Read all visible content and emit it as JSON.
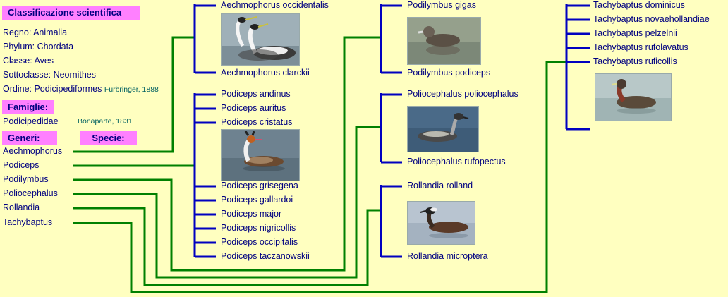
{
  "sections": {
    "classification_title": "Classificazione scientifica",
    "families_title": "Famiglie:",
    "genera_title": "Generi:",
    "species_title": "Specie:"
  },
  "classification": {
    "regno": "Regno: Animalia",
    "phylum": "Phylum: Chordata",
    "classe": "Classe: Aves",
    "sottoclasse": "Sottoclasse: Neornithes",
    "ordine": "Ordine: Podicipediformes",
    "ordine_author": "Fürbringer, 1888"
  },
  "family": {
    "name": "Podicipedidae",
    "author": "Bonaparte, 1831"
  },
  "genera": [
    "Aechmophorus",
    "Podiceps",
    "Podilymbus",
    "Poliocephalus",
    "Rollandia",
    "Tachybaptus"
  ],
  "species": {
    "aechmophorus": [
      "Aechmophorus occidentalis",
      "Aechmophorus clarckii"
    ],
    "podiceps": [
      "Podiceps andinus",
      "Podiceps auritus",
      "Podiceps cristatus",
      "Podiceps grisegena",
      "Podiceps gallardoi",
      "Podiceps major",
      "Podiceps nigricollis",
      "Podiceps occipitalis",
      "Podiceps taczanowskii"
    ],
    "podilymbus": [
      "Podilymbus gigas",
      "Podilymbus podiceps"
    ],
    "poliocephalus": [
      "Poliocephalus poliocephalus",
      "Poliocephalus rufopectus"
    ],
    "rollandia": [
      "Rollandia rolland",
      "Rollandia microptera"
    ],
    "tachybaptus": [
      "Tachybaptus dominicus",
      "Tachybaptus novaehollandiae",
      "Tachybaptus pelzelnii",
      "Tachybaptus rufolavatus",
      "Tachybaptus ruficollis"
    ]
  },
  "colors": {
    "background": "#ffffc0",
    "header": "#ff80ff",
    "text": "#000080",
    "genus_line": "#008000",
    "species_line": "#0000c0"
  },
  "photos": [
    "western-grebe-photo",
    "great-crested-grebe-photo",
    "pied-billed-grebe-photo",
    "hoary-headed-grebe-photo",
    "white-tufted-grebe-photo",
    "little-grebe-photo"
  ]
}
